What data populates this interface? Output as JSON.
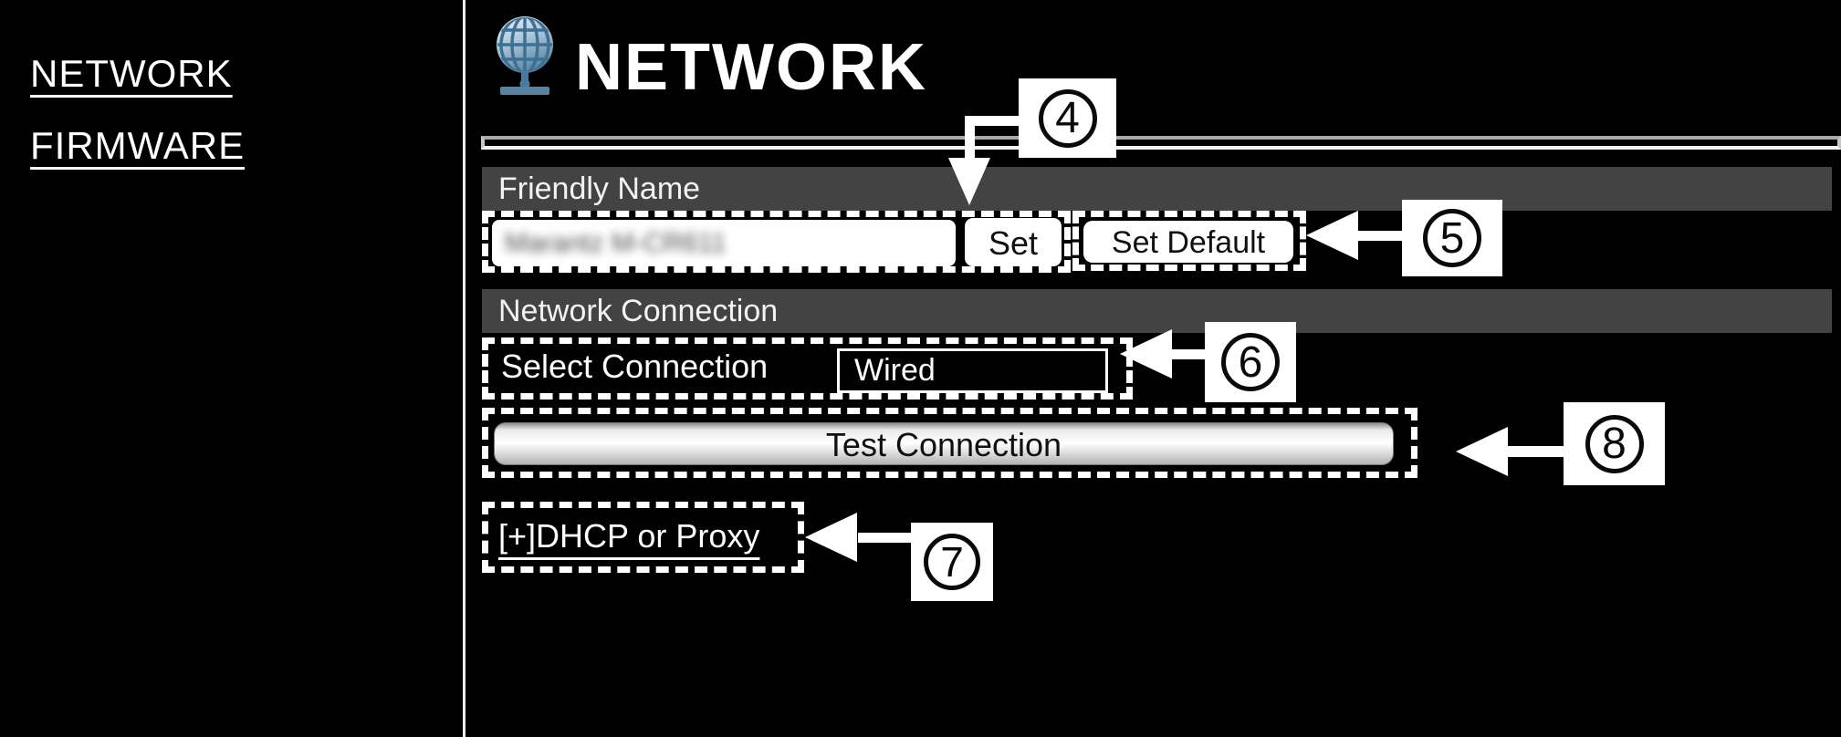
{
  "sidebar": {
    "items": [
      {
        "label": "NETWORK"
      },
      {
        "label": "FIRMWARE"
      }
    ]
  },
  "header": {
    "title": "NETWORK",
    "icon": "globe-network-icon"
  },
  "sections": {
    "friendly_name": {
      "title": "Friendly Name",
      "input_value_blurred": "Marantz M-CR611",
      "set_button_label": "Set",
      "set_default_button_label": "Set Default"
    },
    "network_connection": {
      "title": "Network Connection",
      "select_connection_label": "Select Connection",
      "connection_value": "Wired",
      "test_connection_label": "Test Connection",
      "dhcp_proxy_label": "[+]DHCP or Proxy"
    }
  },
  "callouts": {
    "set": "4",
    "set_default": "5",
    "select_connection": "6",
    "dhcp_proxy": "7",
    "test_connection": "8"
  },
  "colors": {
    "background": "#000000",
    "section_bar": "#434343",
    "dashed_border": "#ffffff",
    "globe_light": "#e8f1f8",
    "globe_dark": "#5d89a8"
  }
}
